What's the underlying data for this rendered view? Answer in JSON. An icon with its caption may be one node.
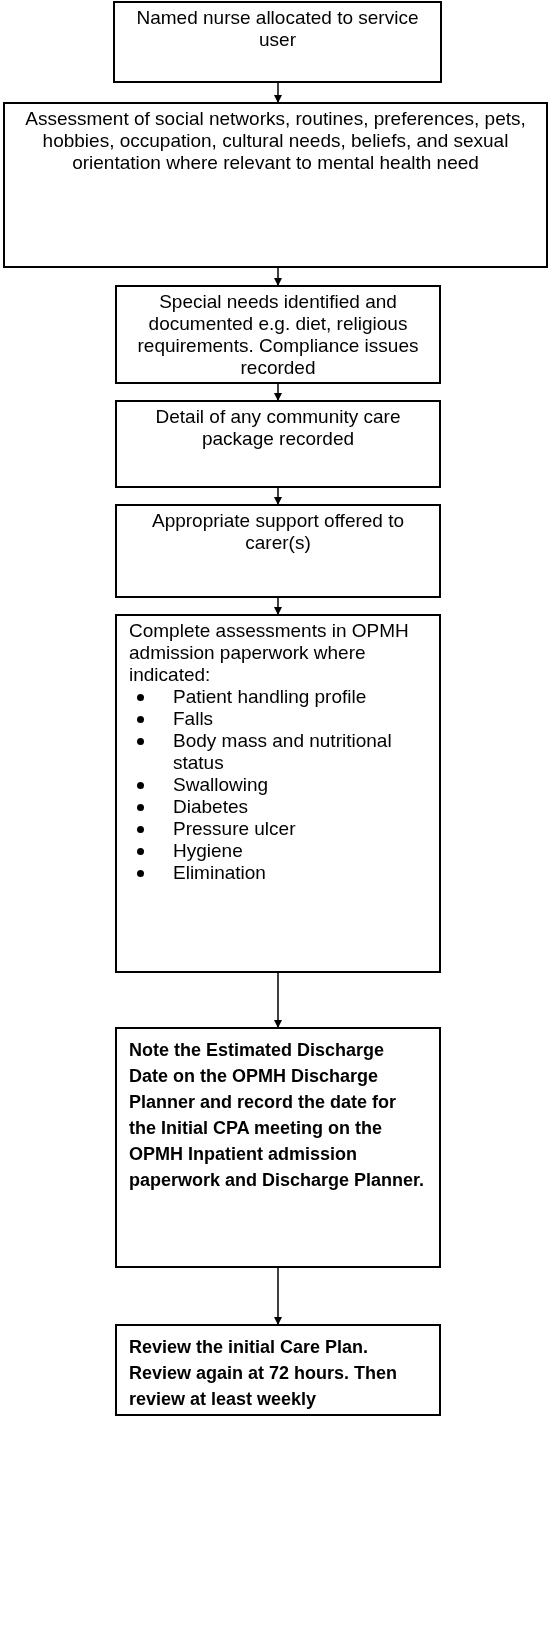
{
  "diagram": {
    "nodes": [
      {
        "text": [
          "Named nurse allocated to service user"
        ]
      },
      {
        "text": [
          "Assessment of social networks, routines, preferences, pets, hobbies, occupation, cultural needs, beliefs, and sexual orientation where relevant to mental health need"
        ]
      },
      {
        "text": [
          "Special needs identified and documented e.g. diet, religious requirements. Compliance issues recorded"
        ]
      },
      {
        "text": [
          "Detail of any community care package recorded"
        ]
      },
      {
        "text": [
          "Appropriate support offered to carer(s)"
        ]
      },
      {
        "text": [
          "Complete assessments in OPMH admission paperwork where indicated:",
          "Patient handling profile",
          "Falls",
          "Body mass and nutritional status",
          "Swallowing",
          "Diabetes",
          "Pressure ulcer",
          "Hygiene",
          "Elimination"
        ]
      },
      {
        "text": [
          "Note the Estimated Discharge Date on the OPMH Discharge Planner and record the date for the Initial CPA meeting on the OPMH Inpatient admission paperwork and Discharge Planner."
        ]
      },
      {
        "text": [
          "Review the initial Care Plan. Review again at 72 hours. Then review at least weekly"
        ]
      }
    ],
    "edges": [
      {
        "from": 0,
        "to": 1,
        "arrow": "to"
      },
      {
        "from": 1,
        "to": 2,
        "arrow": "to"
      },
      {
        "from": 2,
        "to": 3,
        "arrow": "to"
      },
      {
        "from": 3,
        "to": 4,
        "arrow": "to"
      },
      {
        "from": 4,
        "to": 5,
        "arrow": "to"
      },
      {
        "from": 5,
        "to": 6,
        "arrow": "to"
      },
      {
        "from": 6,
        "to": 7,
        "arrow": "to"
      }
    ]
  }
}
